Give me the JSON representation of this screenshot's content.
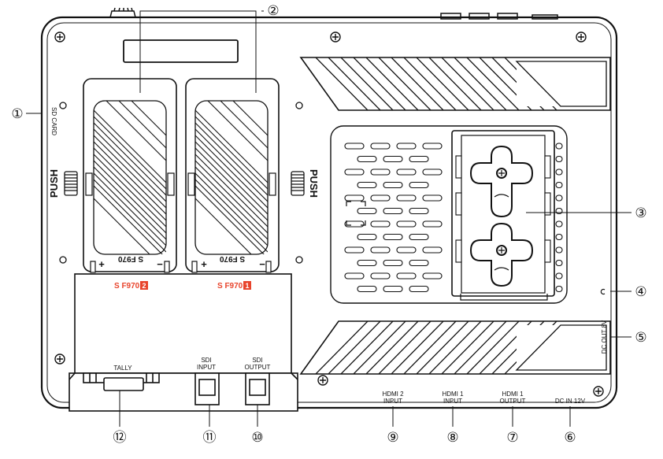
{
  "labels": {
    "sd_card": "SD CARD",
    "push": "PUSH",
    "battery_text": "S F970",
    "plus": "+",
    "minus": "−",
    "bay_label_left_prefix": "S F970",
    "bay_label_left_num": "2",
    "bay_label_right_prefix": "S F970",
    "bay_label_right_num": "1",
    "tally": "TALLY",
    "sdi_input": [
      "SDI",
      "INPUT"
    ],
    "sdi_output": [
      "SDI",
      "OUTPUT"
    ],
    "hdmi2_input": [
      "HDMI 2",
      "INPUT"
    ],
    "hdmi1_input": [
      "HDMI 1",
      "INPUT"
    ],
    "hdmi1_output": [
      "HDMI 1",
      "OUTPUT"
    ],
    "dc_in": "DC IN 12V",
    "dc_out": "DC OUT 8V"
  },
  "callouts": [
    "①",
    "②",
    "③",
    "④",
    "⑤",
    "⑥",
    "⑦",
    "⑧",
    "⑨",
    "⑩",
    "⑪",
    "⑫"
  ],
  "colors": {
    "line": "#111111",
    "accent": "#e8442c",
    "background": "#ffffff"
  }
}
